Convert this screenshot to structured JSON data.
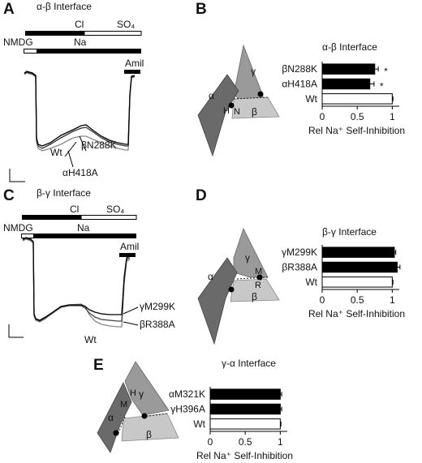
{
  "panels": {
    "A": {
      "letter": "A",
      "title": "α-β Interface",
      "solution_top": {
        "left": "Cl",
        "right": "SO₄"
      },
      "solution_bottom": {
        "left": "NMDG",
        "right": "Na"
      },
      "amil": "Amil",
      "trace_labels": {
        "wt": "Wt",
        "mut1": "βN288K",
        "mut2": "αH418A"
      }
    },
    "B": {
      "letter": "B",
      "title": "α-β Interface",
      "subunits": {
        "a": "α",
        "b": "β",
        "g": "γ"
      },
      "residues": {
        "h": "H",
        "n": "N"
      }
    },
    "C": {
      "letter": "C",
      "title": "β-γ Interface",
      "solution_top": {
        "left": "Cl",
        "right": "SO₄"
      },
      "solution_bottom": {
        "left": "NMDG",
        "right": "Na"
      },
      "amil": "Amil",
      "trace_labels": {
        "wt": "Wt",
        "mut1": "γM299K",
        "mut2": "βR388A"
      }
    },
    "D": {
      "letter": "D",
      "title": "β-γ Interface",
      "subunits": {
        "a": "α",
        "b": "β",
        "g": "γ"
      },
      "residues": {
        "m": "M",
        "r": "R"
      }
    },
    "E": {
      "letter": "E",
      "title": "γ-α Interface",
      "subunits": {
        "a": "α",
        "b": "β",
        "g": "γ"
      },
      "residues": {
        "h": "H",
        "m": "M"
      }
    }
  },
  "chart_data": [
    {
      "type": "bar",
      "orientation": "horizontal",
      "panel": "B",
      "title": "α-β Interface",
      "categories": [
        "βN288K",
        "αH418A",
        "Wt"
      ],
      "values": [
        0.75,
        0.68,
        1.0
      ],
      "errors": [
        0.05,
        0.06,
        0.01
      ],
      "significant": [
        "*",
        "*",
        ""
      ],
      "bar_colors": [
        "#000000",
        "#000000",
        "#ffffff"
      ],
      "xlabel": "Rel Na⁺ Self-Inhibition",
      "xticks": [
        "0",
        "0.5",
        "1"
      ],
      "xlim": [
        0,
        1.1
      ]
    },
    {
      "type": "bar",
      "orientation": "horizontal",
      "panel": "D",
      "title": "β-γ Interface",
      "categories": [
        "γM299K",
        "βR388A",
        "Wt"
      ],
      "values": [
        1.03,
        1.07,
        1.0
      ],
      "errors": [
        0.02,
        0.04,
        0.01
      ],
      "significant": [
        "",
        "",
        ""
      ],
      "bar_colors": [
        "#000000",
        "#000000",
        "#ffffff"
      ],
      "xlabel": "Rel Na⁺ Self-Inhibition",
      "xticks": [
        "0",
        "0.5",
        "1"
      ],
      "xlim": [
        0,
        1.1
      ]
    },
    {
      "type": "bar",
      "orientation": "horizontal",
      "panel": "E",
      "title": "γ-α Interface",
      "categories": [
        "αM321K",
        "γH396A",
        "Wt"
      ],
      "values": [
        1.0,
        1.0,
        1.0
      ],
      "errors": [
        0.02,
        0.02,
        0.01
      ],
      "significant": [
        "",
        "",
        ""
      ],
      "bar_colors": [
        "#000000",
        "#000000",
        "#ffffff"
      ],
      "xlabel": "Rel Na⁺ Self-Inhibition",
      "xticks": [
        "0",
        "0.5",
        "1"
      ],
      "xlim": [
        0,
        1.1
      ]
    }
  ]
}
